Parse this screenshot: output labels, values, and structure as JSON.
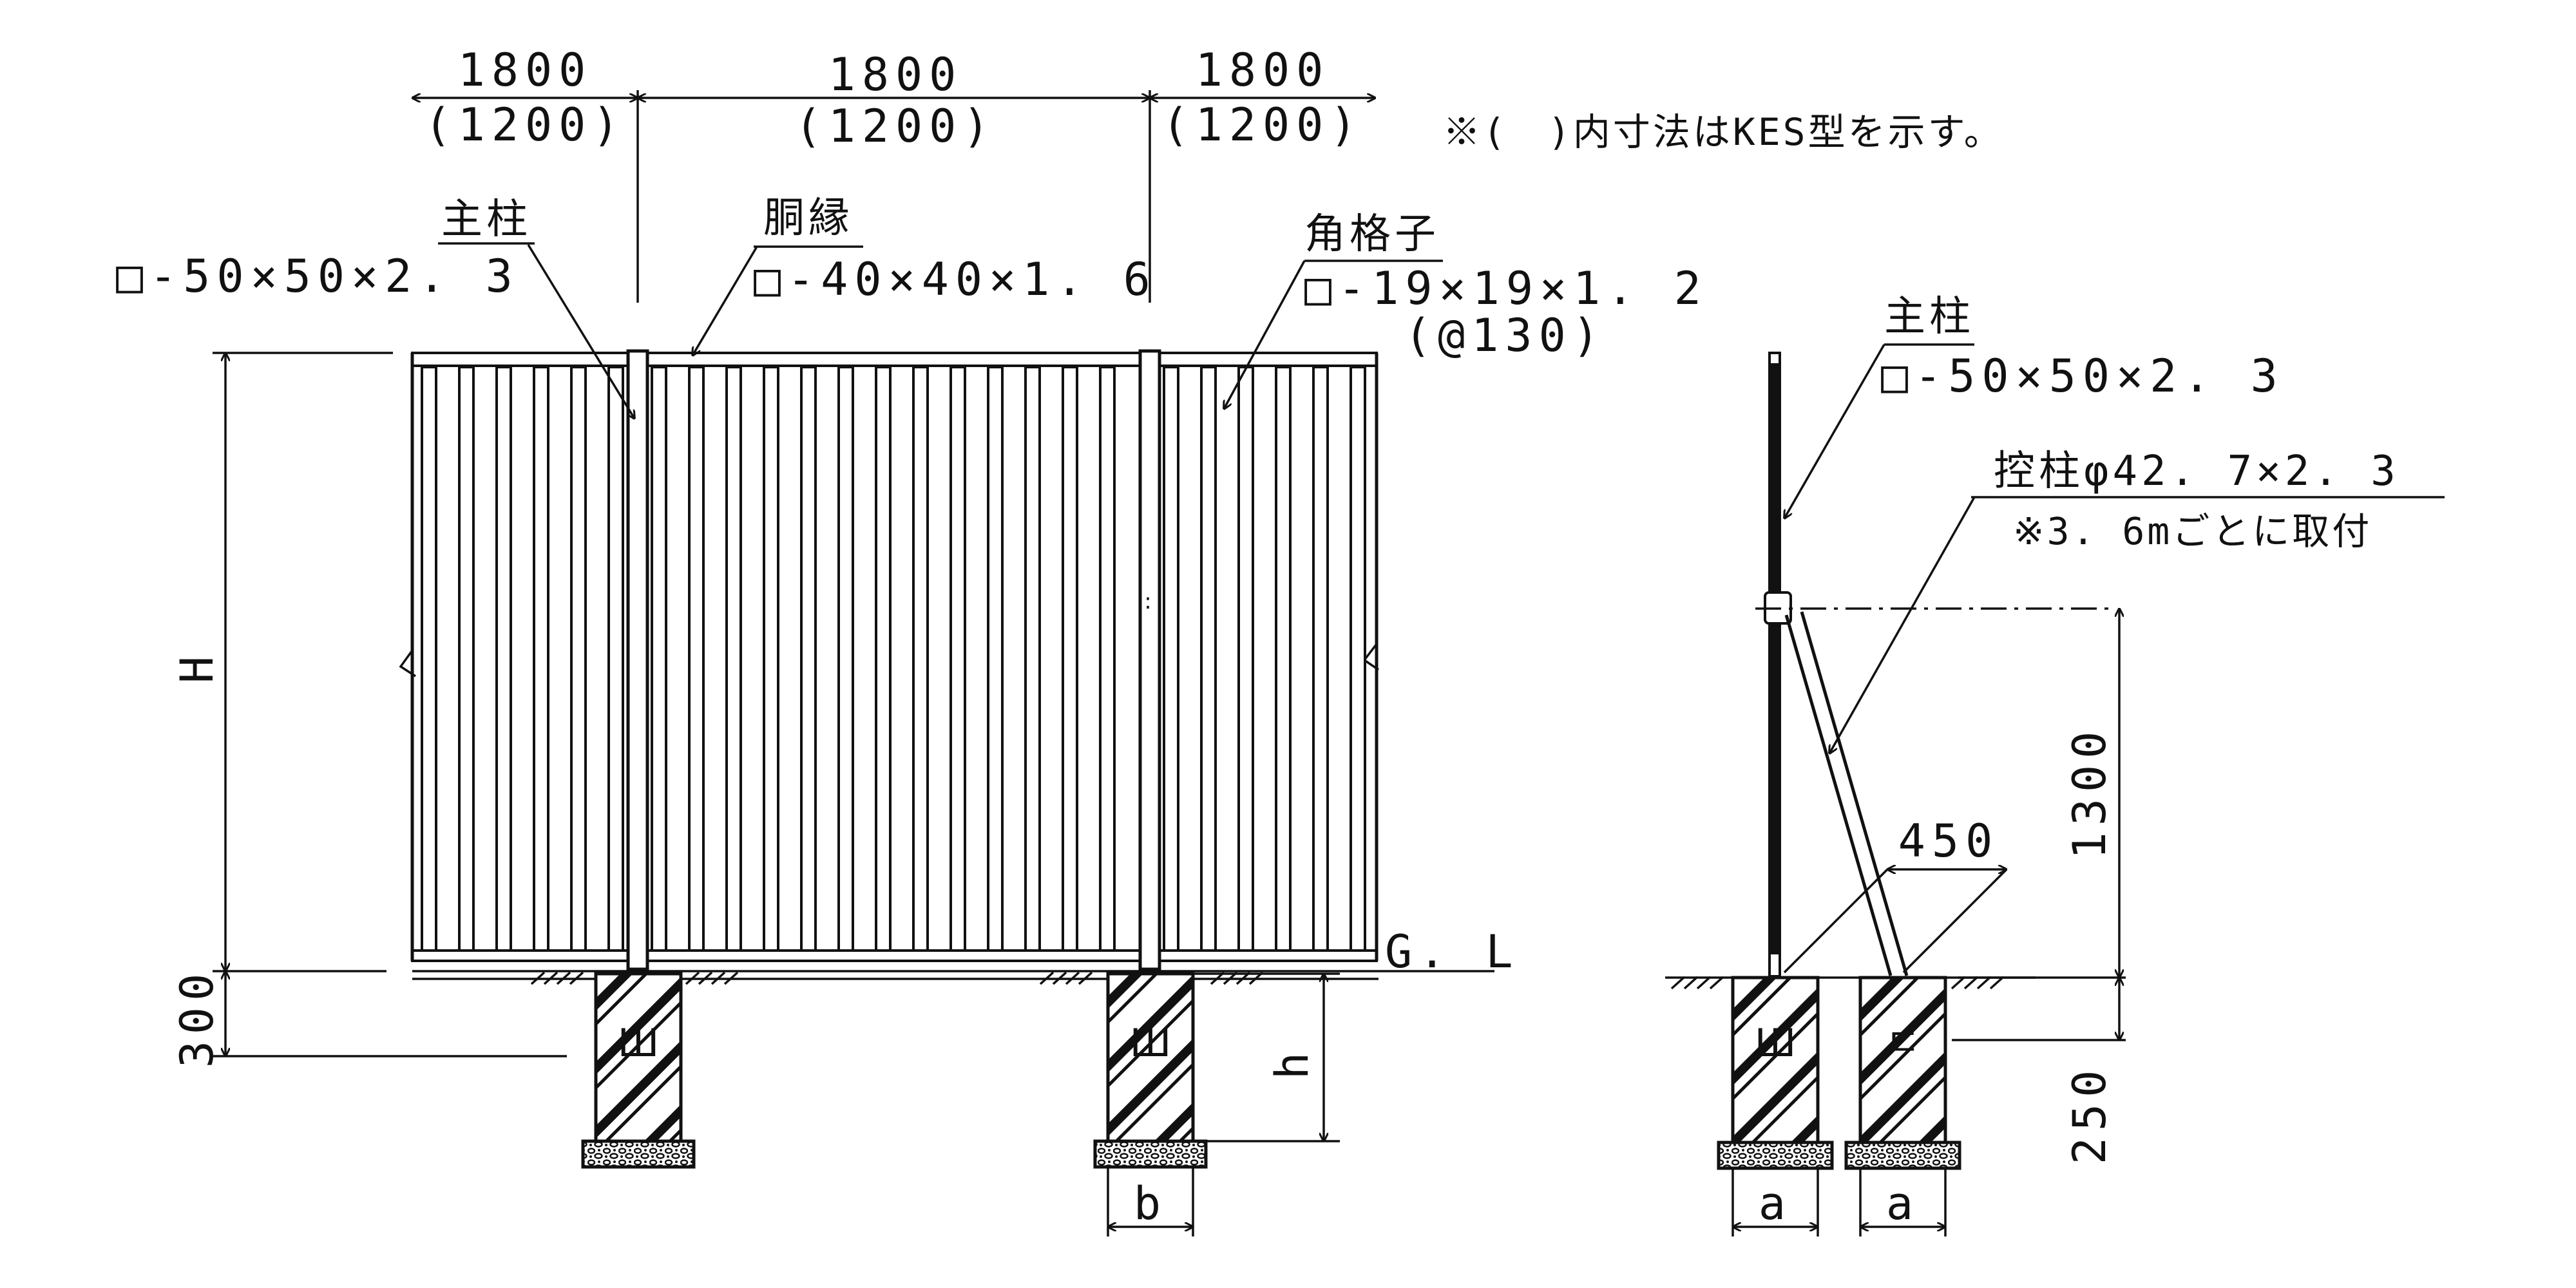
{
  "dims_top": [
    {
      "main": "1800",
      "sub": "(1200)"
    },
    {
      "main": "1800",
      "sub": "(1200)"
    },
    {
      "main": "1800",
      "sub": "(1200)"
    }
  ],
  "note_kes": "※(　)内寸法はKES型を示す。",
  "front": {
    "main_post_name": "主柱",
    "main_post_spec": "□-50×50×2. 3",
    "rail_name": "胴縁",
    "rail_spec": "□-40×40×1. 6",
    "lattice_name": "角格子",
    "lattice_spec": "□-19×19×1. 2",
    "lattice_pitch": "(@130)",
    "height_label": "H",
    "embed_label": "300",
    "gl_label": "G. L",
    "footing_depth_label": "h",
    "footing_width_label": "b"
  },
  "side": {
    "main_post_name": "主柱",
    "main_post_spec": "□-50×50×2. 3",
    "brace_spec": "控柱φ42. 7×2. 3",
    "brace_note": "※3. 6mごとに取付",
    "dim_1300": "1300",
    "dim_450": "450",
    "dim_250": "250",
    "footing_width_label_1": "a",
    "footing_width_label_2": "a"
  },
  "footing_markers": [
    "Ш",
    "Ш",
    "Ш",
    "ㄷ"
  ],
  "colors": {
    "ink": "#111111",
    "background": "#ffffff"
  }
}
